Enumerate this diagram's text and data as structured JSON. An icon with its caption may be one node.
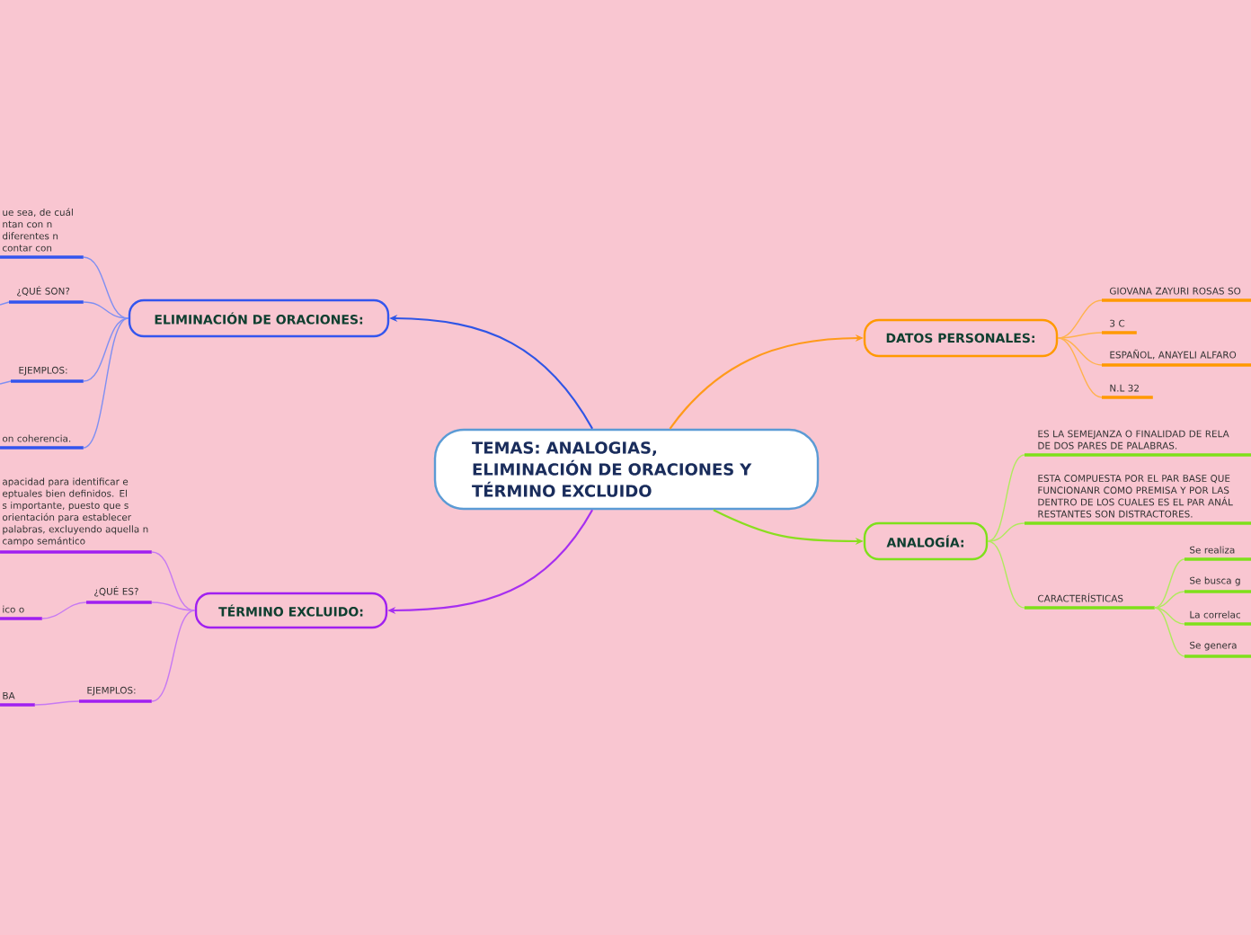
{
  "diagram": {
    "nodes": [
      {
        "text": [
          "TEMAS: ANALOGIAS, ELIMINACIÓN DE ORACIONES Y TÉRMINO EXCLUIDO"
        ]
      },
      {
        "text": [
          "ELIMINACIÓN DE ORACIONES:"
        ]
      },
      {
        "text": [
          "ue sea, de cuál ntan con n diferentes n contar con"
        ]
      },
      {
        "text": [
          "¿QUÉ SON?"
        ]
      },
      {
        "text": [
          "EJEMPLOS:"
        ]
      },
      {
        "text": [
          "on coherencia."
        ]
      },
      {
        "text": [
          "TÉRMINO EXCLUIDO:"
        ]
      },
      {
        "text": [
          "apacidad para identificar e eptuales bien definidos. El s importante, puesto que s orientación para establecer palabras, excluyendo aquella n campo semántico"
        ]
      },
      {
        "text": [
          "¿QUÉ ES?"
        ]
      },
      {
        "text": [
          "ico o"
        ]
      },
      {
        "text": [
          "EJEMPLOS:"
        ]
      },
      {
        "text": [
          "BA"
        ]
      },
      {
        "text": [
          "DATOS PERSONALES:"
        ]
      },
      {
        "text": [
          "GIOVANA ZAYURI ROSAS SO"
        ]
      },
      {
        "text": [
          "3 C"
        ]
      },
      {
        "text": [
          "ESPAÑOL, ANAYELI ALFARO"
        ]
      },
      {
        "text": [
          "N.L 32"
        ]
      },
      {
        "text": [
          "ANALOGÍA:"
        ]
      },
      {
        "text": [
          "ES LA SEMEJANZA O FINALIDAD DE RELA DE DOS PARES DE PALABRAS."
        ]
      },
      {
        "text": [
          "ESTA COMPUESTA POR EL PAR BASE QUE FUNCIONANR COMO PREMISA Y POR LAS DENTRO DE LOS CUALES ES EL PAR ANÁL RESTANTES SON DISTRACTORES."
        ]
      },
      {
        "text": [
          "CARACTERÍSTICAS"
        ]
      },
      {
        "text": [
          "Se realiza"
        ]
      },
      {
        "text": [
          "Se busca g"
        ]
      },
      {
        "text": [
          "La correlac"
        ]
      },
      {
        "text": [
          "Se genera"
        ]
      }
    ],
    "edges": [
      {
        "from": 0,
        "to": 1,
        "arrow": "to",
        "color": "#2f55e6"
      },
      {
        "from": 1,
        "to": 2,
        "arrow": "none",
        "color": "#7f8ff2"
      },
      {
        "from": 1,
        "to": 3,
        "arrow": "none",
        "color": "#7f8ff2"
      },
      {
        "from": 1,
        "to": 4,
        "arrow": "none",
        "color": "#7f8ff2"
      },
      {
        "from": 1,
        "to": 5,
        "arrow": "none",
        "color": "#7f8ff2"
      },
      {
        "from": 3,
        "to": null,
        "arrow": "none",
        "color": "#7f8ff2"
      },
      {
        "from": 4,
        "to": null,
        "arrow": "none",
        "color": "#7f8ff2"
      },
      {
        "from": 0,
        "to": 6,
        "arrow": "to",
        "color": "#a62ff0"
      },
      {
        "from": 6,
        "to": 7,
        "arrow": "none",
        "color": "#c77af2"
      },
      {
        "from": 6,
        "to": 8,
        "arrow": "none",
        "color": "#c77af2"
      },
      {
        "from": 6,
        "to": 10,
        "arrow": "none",
        "color": "#c77af2"
      },
      {
        "from": 8,
        "to": 9,
        "arrow": "none",
        "color": "#c77af2"
      },
      {
        "from": 10,
        "to": 11,
        "arrow": "none",
        "color": "#c77af2"
      },
      {
        "from": 0,
        "to": 12,
        "arrow": "to",
        "color": "#ff9a1a"
      },
      {
        "from": 12,
        "to": 13,
        "arrow": "none",
        "color": "#ffb24d"
      },
      {
        "from": 12,
        "to": 14,
        "arrow": "none",
        "color": "#ffb24d"
      },
      {
        "from": 12,
        "to": 15,
        "arrow": "none",
        "color": "#ffb24d"
      },
      {
        "from": 12,
        "to": 16,
        "arrow": "none",
        "color": "#ffb24d"
      },
      {
        "from": 0,
        "to": 17,
        "arrow": "to",
        "color": "#8ade1f"
      },
      {
        "from": 17,
        "to": 18,
        "arrow": "none",
        "color": "#b0ea5e"
      },
      {
        "from": 17,
        "to": 19,
        "arrow": "none",
        "color": "#b0ea5e"
      },
      {
        "from": 17,
        "to": 20,
        "arrow": "none",
        "color": "#b0ea5e"
      },
      {
        "from": 20,
        "to": 21,
        "arrow": "none",
        "color": "#b0ea5e"
      },
      {
        "from": 20,
        "to": 22,
        "arrow": "none",
        "color": "#b0ea5e"
      },
      {
        "from": 20,
        "to": 23,
        "arrow": "none",
        "color": "#b0ea5e"
      },
      {
        "from": 20,
        "to": 24,
        "arrow": "none",
        "color": "#b0ea5e"
      }
    ]
  }
}
